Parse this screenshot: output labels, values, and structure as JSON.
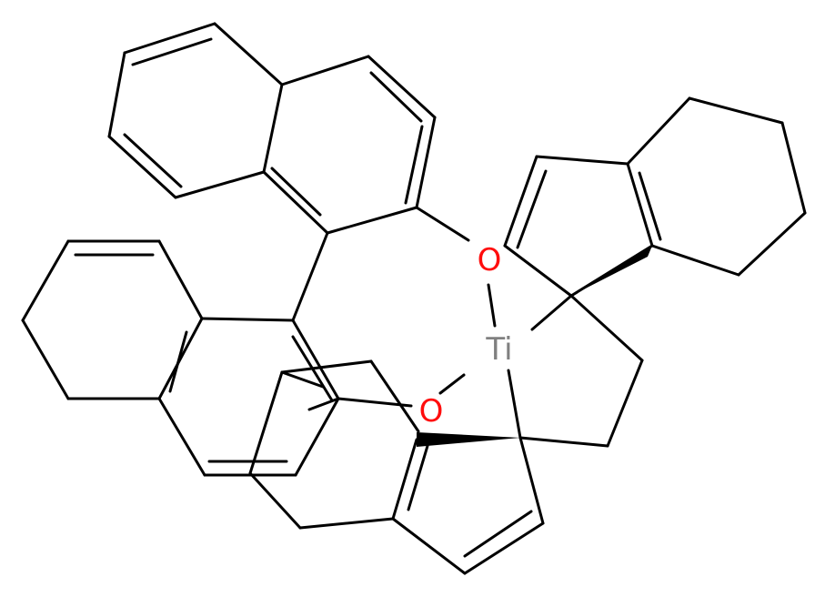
{
  "molecule": {
    "atoms": {
      "o_upper": {
        "label": "O",
        "color": "#ff0d0d"
      },
      "o_lower": {
        "label": "O",
        "color": "#ff0d0d"
      },
      "ti": {
        "label": "Ti",
        "color": "#808080"
      }
    },
    "bond_color": "#000000"
  }
}
